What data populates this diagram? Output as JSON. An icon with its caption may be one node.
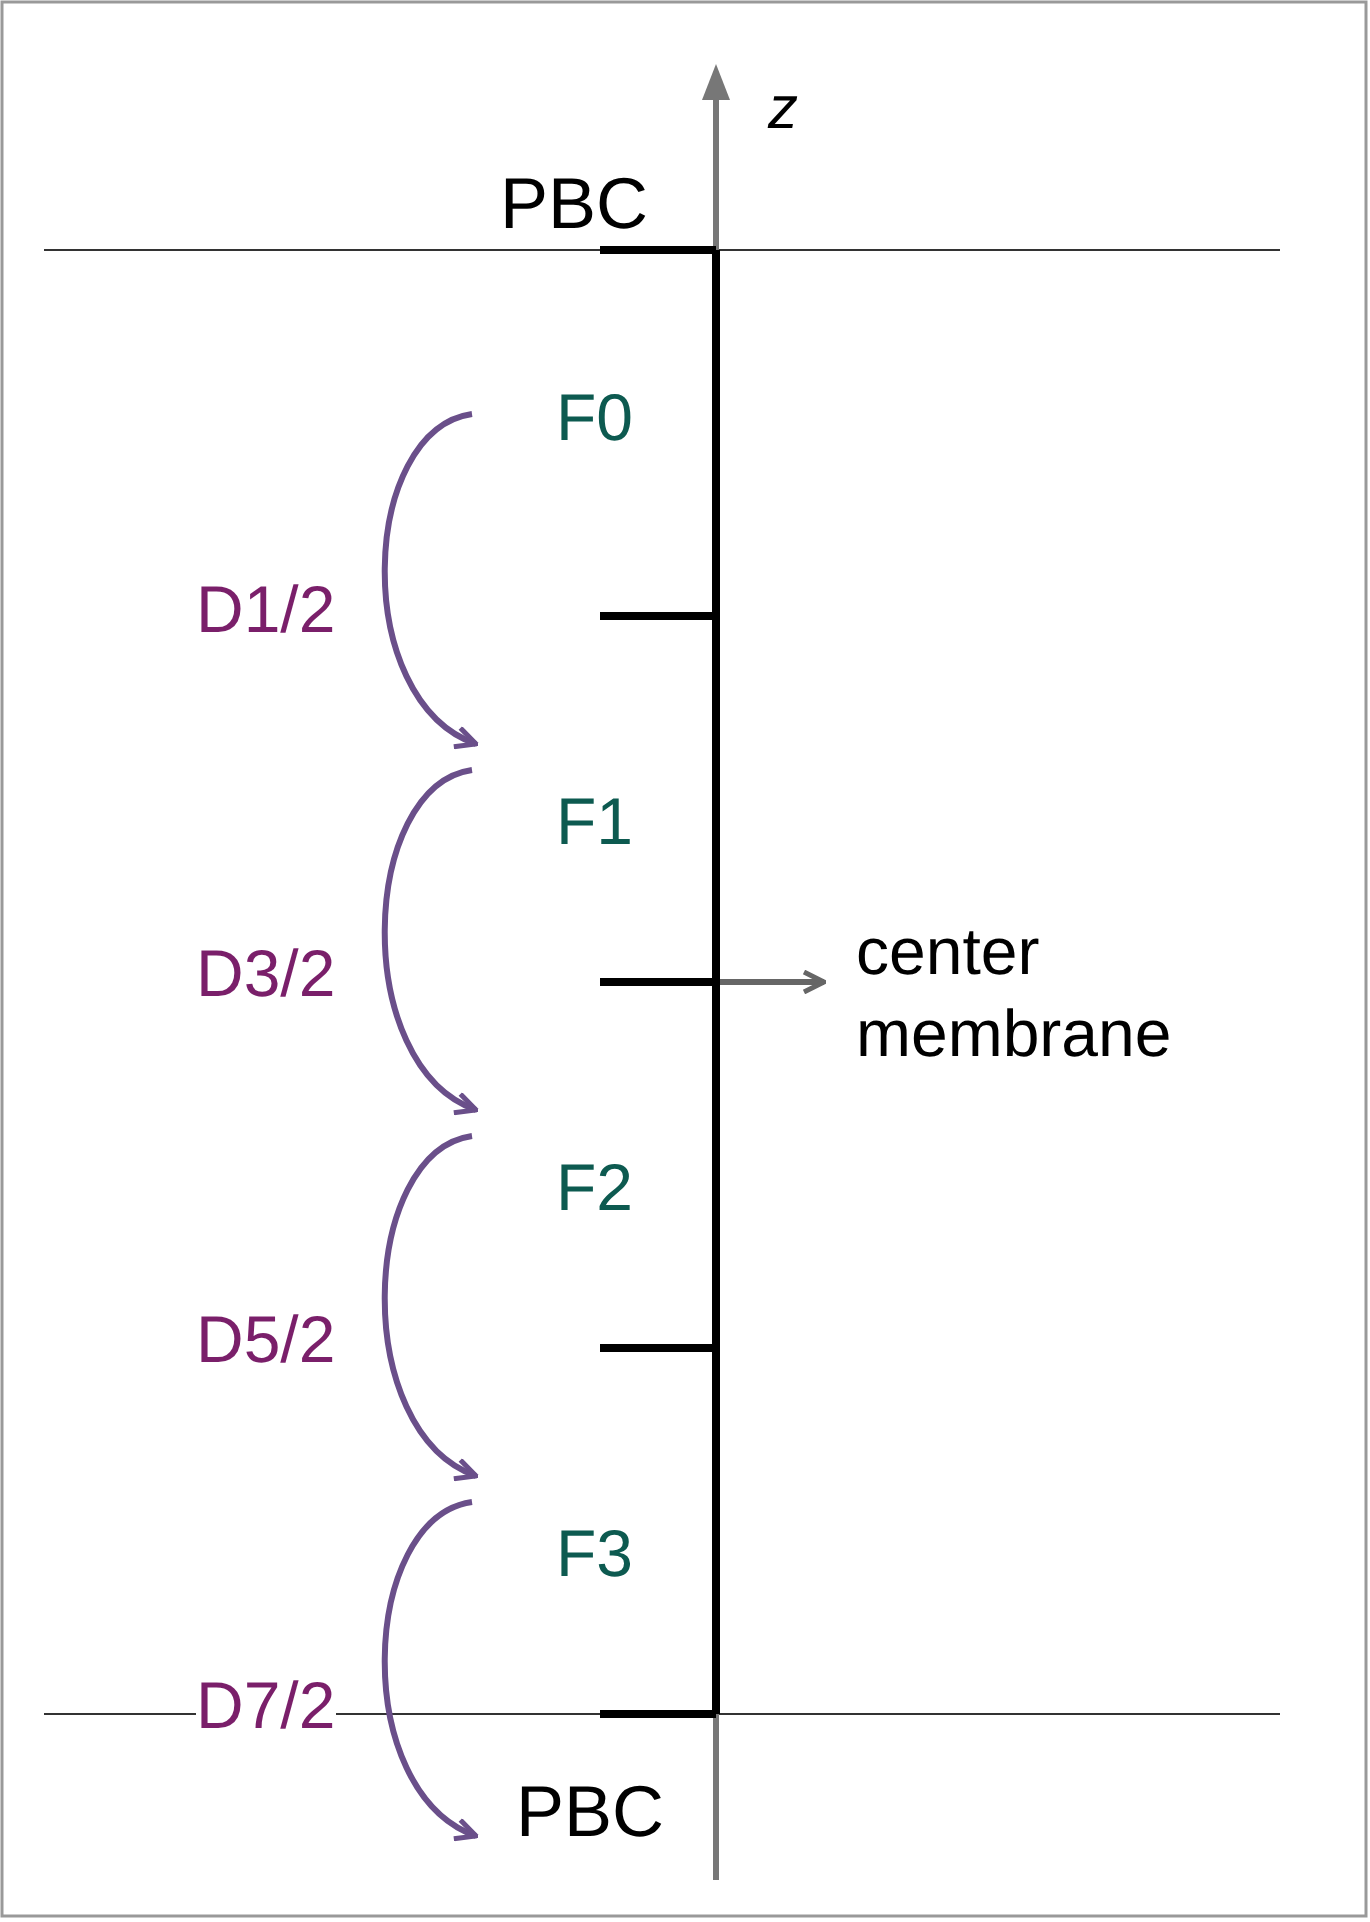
{
  "diagram": {
    "nodes": [
      {
        "text": [
          "F0"
        ]
      },
      {
        "text": [
          "F1"
        ]
      },
      {
        "text": [
          "F2"
        ]
      },
      {
        "text": [
          "F3"
        ]
      },
      {
        "text": [
          "center membrane"
        ]
      }
    ],
    "edges": [
      {
        "from": 0,
        "to": 1,
        "arrow": "to",
        "label": "D1/2"
      },
      {
        "from": 1,
        "to": 2,
        "arrow": "to",
        "label": "D3/2"
      },
      {
        "from": 2,
        "to": 3,
        "arrow": "to",
        "label": "D5/2"
      },
      {
        "from": 3,
        "to": null,
        "arrow": "to",
        "label": "D7/2"
      },
      {
        "from": null,
        "to": 4,
        "arrow": "to",
        "color": "#666666"
      }
    ],
    "labels": [
      "z",
      "PBC",
      "PBC"
    ]
  }
}
